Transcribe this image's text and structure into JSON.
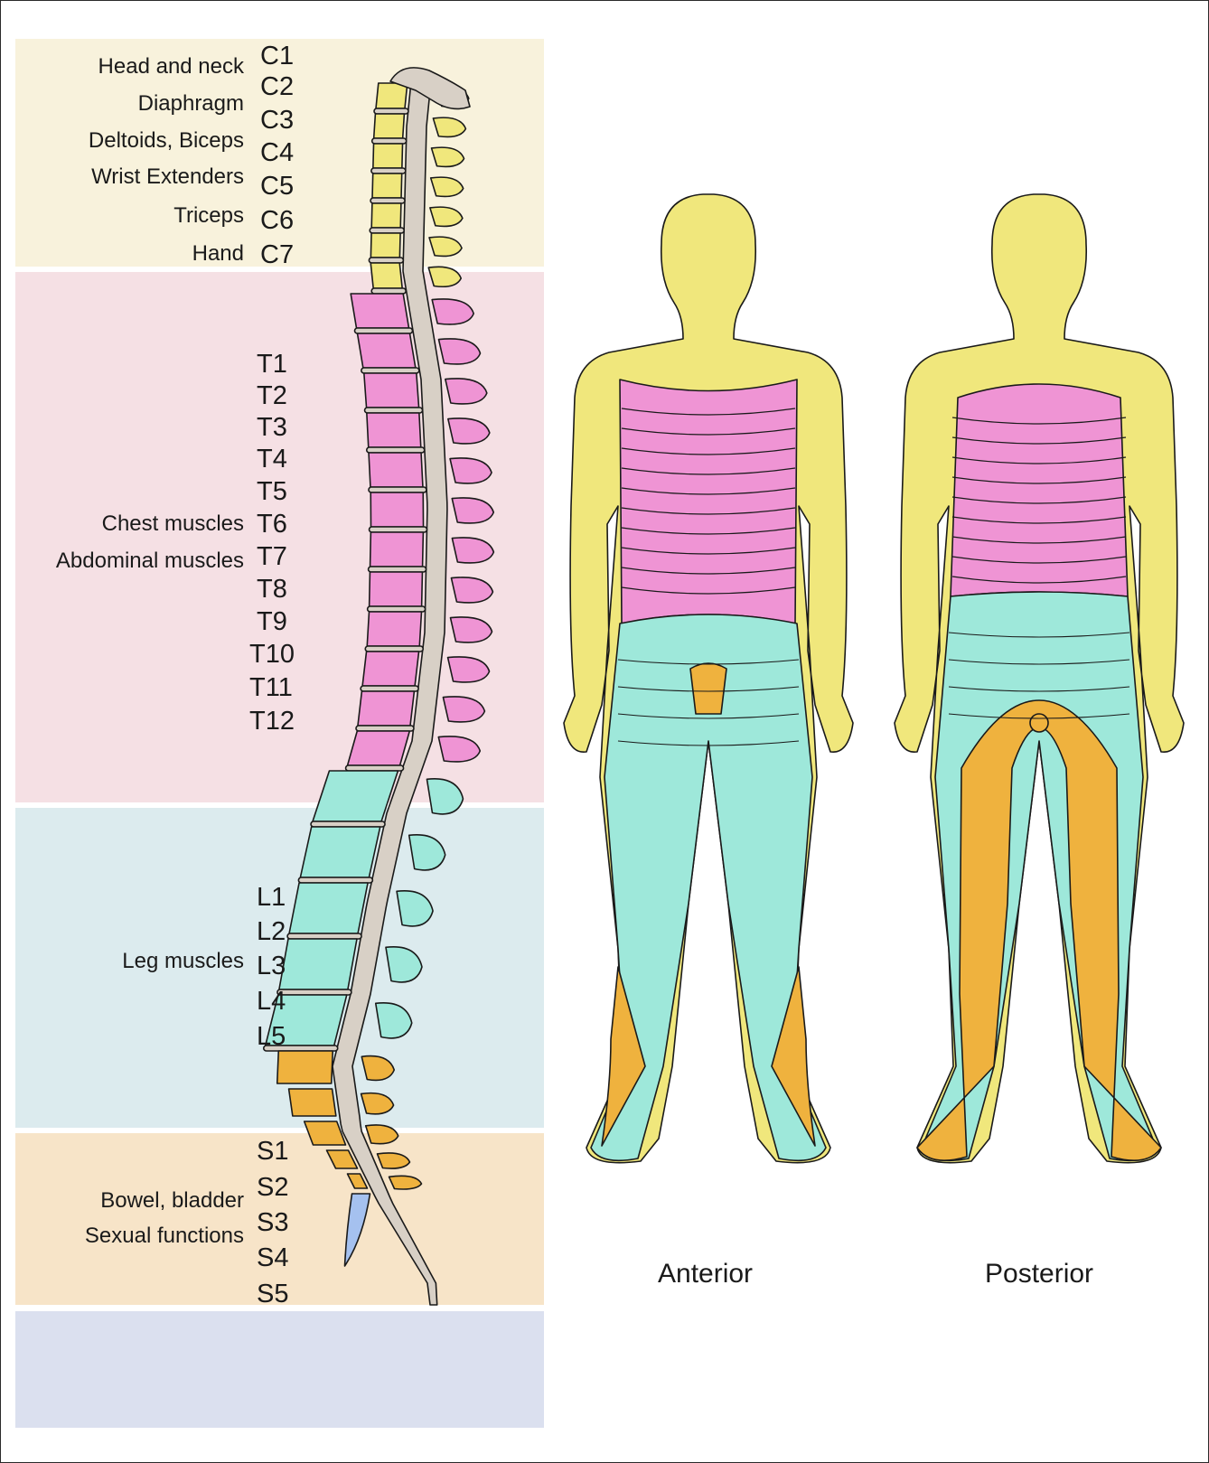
{
  "colors": {
    "cervical_band": "#f8f2dc",
    "thoracic_band": "#f5e0e4",
    "lumbar_band": "#dcebee",
    "sacral_band": "#f7e4c8",
    "coccygeal_band": "#dbe0ef",
    "cervical": "#f0e77c",
    "thoracic": "#ef94d4",
    "lumbar": "#9ee8da",
    "sacral": "#efb23e",
    "coccygeal": "#a5c1ef",
    "cord": "#d8d0c6",
    "outline": "#1a1a1a"
  },
  "function_labels": {
    "head_neck": "Head and neck",
    "diaphragm": "Diaphragm",
    "deltoids_biceps": "Deltoids, Biceps",
    "wrist_extenders": "Wrist Extenders",
    "triceps": "Triceps",
    "hand": "Hand",
    "chest_muscles": "Chest muscles",
    "abdominal_muscles": "Abdominal muscles",
    "leg_muscles": "Leg muscles",
    "bowel_bladder": "Bowel, bladder",
    "sexual_functions": "Sexual functions"
  },
  "cervical_levels": [
    "C1",
    "C2",
    "C3",
    "C4",
    "C5",
    "C6",
    "C7"
  ],
  "thoracic_levels": [
    "T1",
    "T2",
    "T3",
    "T4",
    "T5",
    "T6",
    "T7",
    "T8",
    "T9",
    "T10",
    "T11",
    "T12"
  ],
  "lumbar_levels": [
    "L1",
    "L2",
    "L3",
    "L4",
    "L5"
  ],
  "sacral_levels": [
    "S1",
    "S2",
    "S3",
    "S4",
    "S5"
  ],
  "views": {
    "anterior": "Anterior",
    "posterior": "Posterior"
  }
}
